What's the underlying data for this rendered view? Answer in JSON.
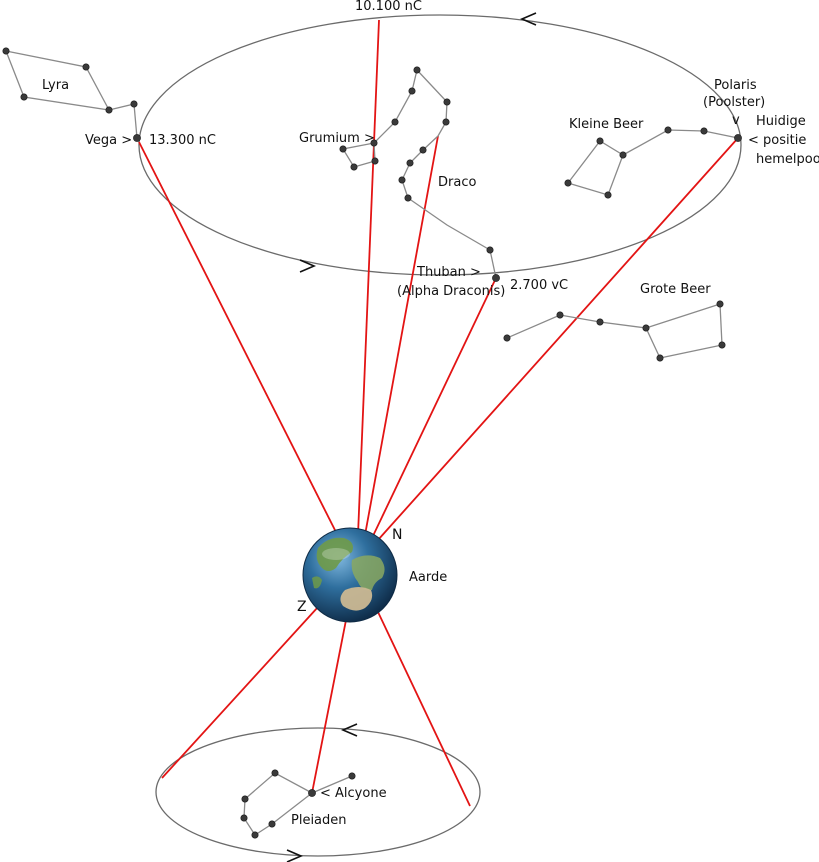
{
  "labels": {
    "top_date": "10.100 nC",
    "lyra": "Lyra",
    "vega": "Vega >",
    "vega_date": "13.300 nC",
    "grumium": "Grumium >",
    "draco": "Draco",
    "polaris_1": "Polaris",
    "polaris_2": "(Poolster)",
    "polaris_arrow": "v",
    "kleine_beer": "Kleine Beer",
    "huidige_1": "Huidige",
    "huidige_2": "< positie",
    "huidige_3": "hemelpool",
    "thuban": "Thuban    >",
    "thuban_2": "(Alpha Draconis)",
    "thuban_date": "2.700 vC",
    "grote_beer": "Grote Beer",
    "north": "N",
    "south": "Z",
    "aarde": "Aarde",
    "alcyone": "< Alcyone",
    "pleiaden": "Pleiaden"
  },
  "colors": {
    "axis_lines": "#e31414",
    "orbit": "#6b6b6b",
    "constellation_lines": "#8a8a8a",
    "ocean": "#2f6f9e",
    "land": "#5c8a3a"
  }
}
